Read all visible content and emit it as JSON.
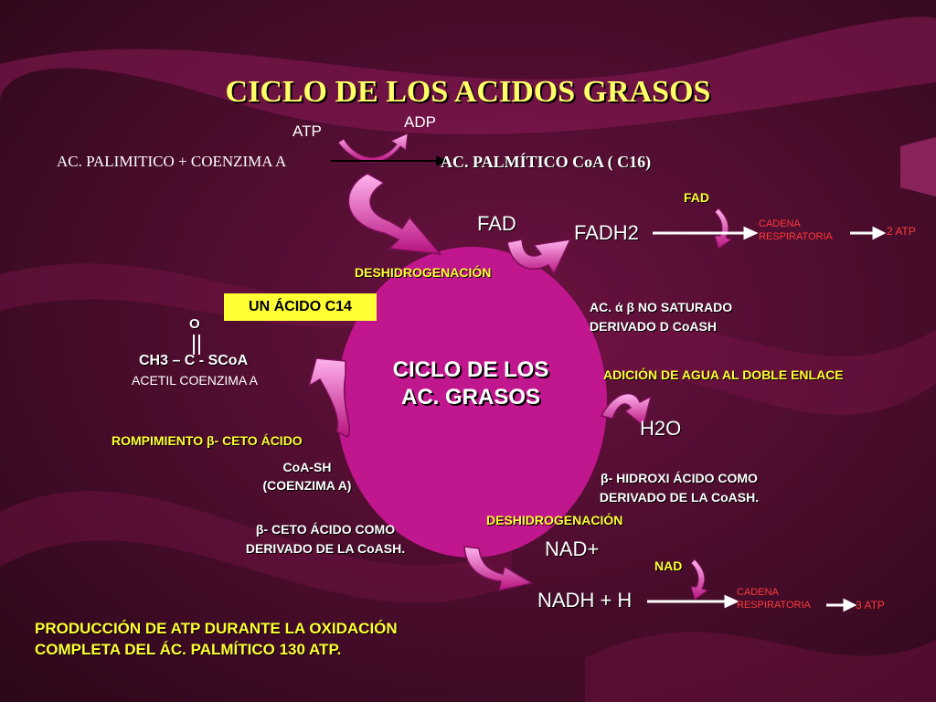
{
  "title": "CICLO DE LOS ACIDOS GRASOS",
  "top": {
    "atp": "ATP",
    "adp": "ADP",
    "left": "AC. PALIMITICO  + COENZIMA A",
    "right": "AC. PALMÍTICO CoA  ( C16)"
  },
  "fad_branch": {
    "fad_small": "FAD",
    "fad_big": "FAD",
    "fadh2": "FADH2",
    "cadena": [
      "CADENA",
      "RESPIRATORIA"
    ],
    "atp": "2 ATP"
  },
  "deshidrogenacion_1": "DESHIDROGENACIÓN",
  "c14_box": "UN ÁCIDO C14",
  "acetil": {
    "o": "O",
    "formula": "CH3 – C - SCoA",
    "name": "ACETIL COENZIMA A"
  },
  "center": [
    "CICLO DE LOS",
    "AC. GRASOS"
  ],
  "unsaturated": [
    "AC.  ά β NO SATURADO",
    "DERIVADO D CoASH"
  ],
  "adicion": "ADICIÓN DE AGUA AL DOBLE ENLACE",
  "h2o": "H2O",
  "rompimiento": "ROMPIMIENTO β- CETO ÁCIDO",
  "coash": [
    "CoA-SH",
    "(COENZIMA A)"
  ],
  "hidroxi": [
    "β- HIDROXI ÁCIDO COMO",
    "DERIVADO DE LA CoASH."
  ],
  "deshidrogenacion_2": "DESHIDROGENACIÓN",
  "ceto": [
    "β- CETO ÁCIDO COMO",
    "DERIVADO DE LA CoASH."
  ],
  "nad_branch": {
    "nad_plus": "NAD+",
    "nad_small": "NAD",
    "nadh": "NADH + H",
    "cadena": [
      "CADENA",
      "RESPIRATORIA"
    ],
    "atp": "3 ATP"
  },
  "produccion": [
    "PRODUCCIÓN DE ATP DURANTE LA OXIDACIÓN",
    "COMPLETA DEL ÁC. PALMÍTICO 130 ATP."
  ],
  "colors": {
    "background": "#3a0a24",
    "circle": "#c0168e",
    "title": "#ffff66",
    "label_yellow": "#ffff33",
    "label_red": "#ff3a3a",
    "arrow_pink": "#d1179a"
  }
}
